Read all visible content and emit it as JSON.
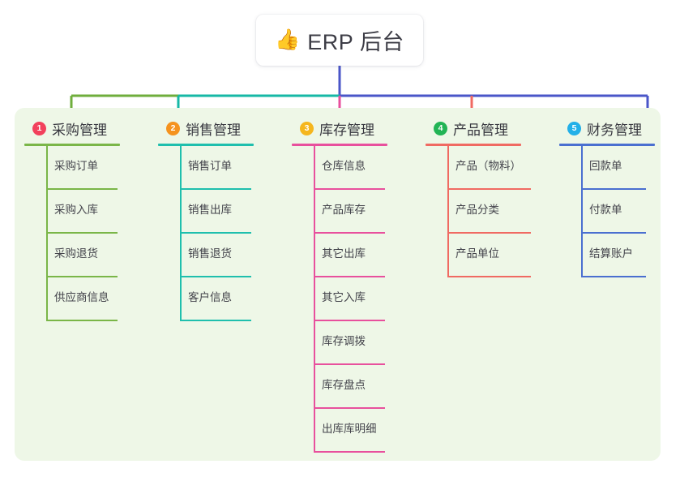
{
  "diagram": {
    "type": "org-tree",
    "root": {
      "emoji": "👍",
      "emoji_name": "thumbs-up-emoji",
      "title": "ERP 后台"
    },
    "panel_color": "#eef7e7",
    "trunk_color": "#4a56c8",
    "columns": [
      {
        "number": "1",
        "title": "采购管理",
        "badge_color": "#f2415c",
        "line_color": "#7ab648",
        "connector_color": "#6fae3c",
        "items": [
          "采购订单",
          "采购入库",
          "采购退货",
          "供应商信息"
        ]
      },
      {
        "number": "2",
        "title": "销售管理",
        "badge_color": "#f5931e",
        "line_color": "#1fbfad",
        "connector_color": "#16b8a6",
        "items": [
          "销售订单",
          "销售出库",
          "销售退货",
          "客户信息"
        ]
      },
      {
        "number": "3",
        "title": "库存管理",
        "badge_color": "#f5b61e",
        "line_color": "#e8509d",
        "connector_color": "#e8509d",
        "items": [
          "仓库信息",
          "产品库存",
          "其它出库",
          "其它入库",
          "库存调拨",
          "库存盘点",
          "出库库明细"
        ]
      },
      {
        "number": "4",
        "title": "产品管理",
        "badge_color": "#22b455",
        "line_color": "#f06a62",
        "connector_color": "#f06a62",
        "items": [
          "产品（物料）",
          "产品分类",
          "产品单位"
        ]
      },
      {
        "number": "5",
        "title": "财务管理",
        "badge_color": "#23b0e8",
        "line_color": "#4a6fd0",
        "connector_color": "#4a56c8",
        "items": [
          "回款单",
          "付款单",
          "结算账户"
        ]
      }
    ]
  }
}
